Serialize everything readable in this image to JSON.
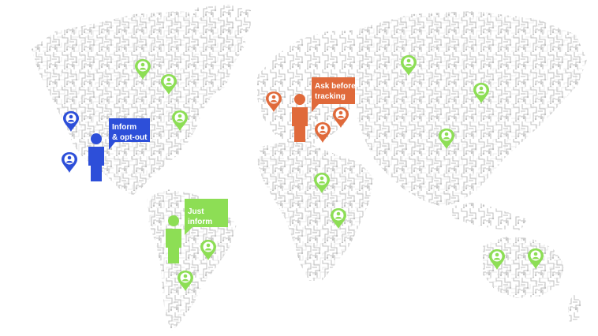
{
  "colors": {
    "blue": "#2d4fd9",
    "orange": "#e06a3b",
    "green": "#8dde55",
    "circuit": "#b9b9b9"
  },
  "labels": {
    "blue": "Inform\n& opt-out",
    "orange": "Ask before\ntracking",
    "green": "Just inform"
  },
  "icons": {
    "person": "person-silhouette-icon",
    "pin": "location-pin-icon",
    "bubble": "speech-bubble-icon"
  }
}
